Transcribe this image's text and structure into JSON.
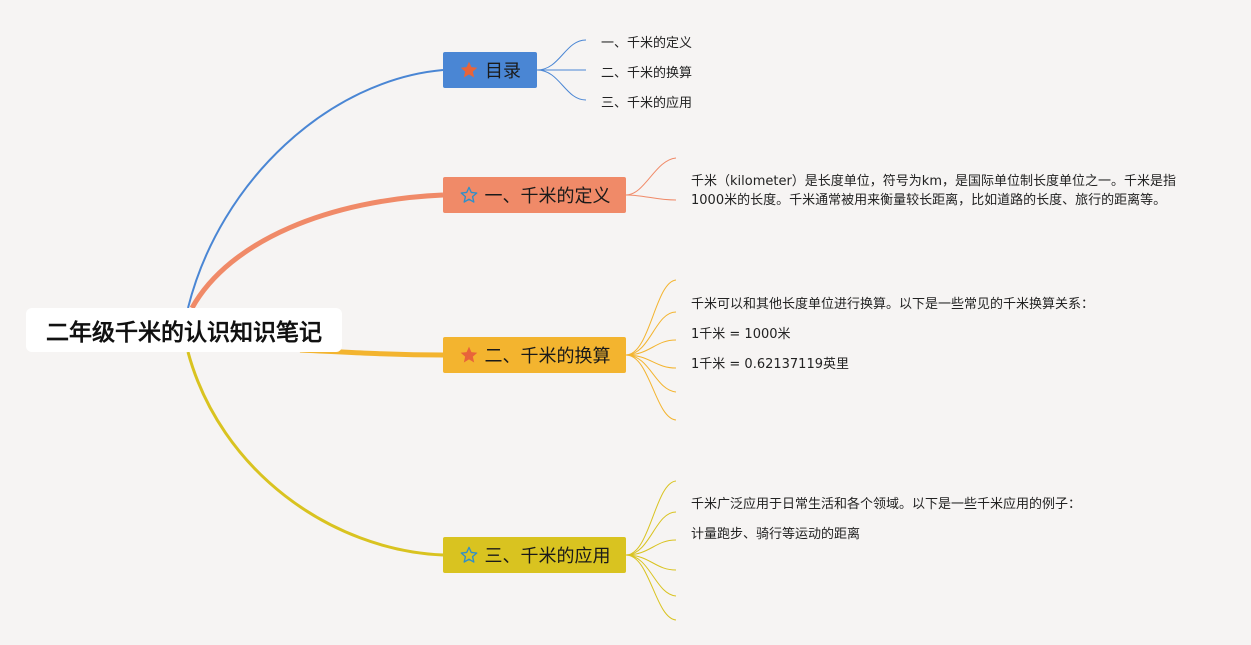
{
  "root": {
    "title": "二年级千米的认识知识笔记"
  },
  "colors": {
    "toc": "#4a86d4",
    "definition": "#f08a68",
    "conversion": "#f3b42f",
    "application": "#d9c320",
    "icon_filled": "#e8643a",
    "icon_outline": "#2f8fc9",
    "background": "#f6f4f3"
  },
  "branches": {
    "toc": {
      "label": "目录",
      "icon": "star-filled-icon",
      "items": [
        "一、千米的定义",
        "二、千米的换算",
        "三、千米的应用"
      ]
    },
    "definition": {
      "label": "一、千米的定义",
      "icon": "star-outline-icon",
      "text": "千米（kilometer）是长度单位，符号为km，是国际单位制长度单位之一。千米是指1000米的长度。千米通常被用来衡量较长距离，比如道路的长度、旅行的距离等。"
    },
    "conversion": {
      "label": "二、千米的换算",
      "icon": "star-filled-icon",
      "items": [
        "千米可以和其他长度单位进行换算。以下是一些常见的千米换算关系：",
        "1千米 = 1000米",
        "1千米 = 0.62137119英里"
      ]
    },
    "application": {
      "label": "三、千米的应用",
      "icon": "star-outline-icon",
      "items": [
        "千米广泛应用于日常生活和各个领域。以下是一些千米应用的例子：",
        "计量跑步、骑行等运动的距离"
      ]
    }
  }
}
